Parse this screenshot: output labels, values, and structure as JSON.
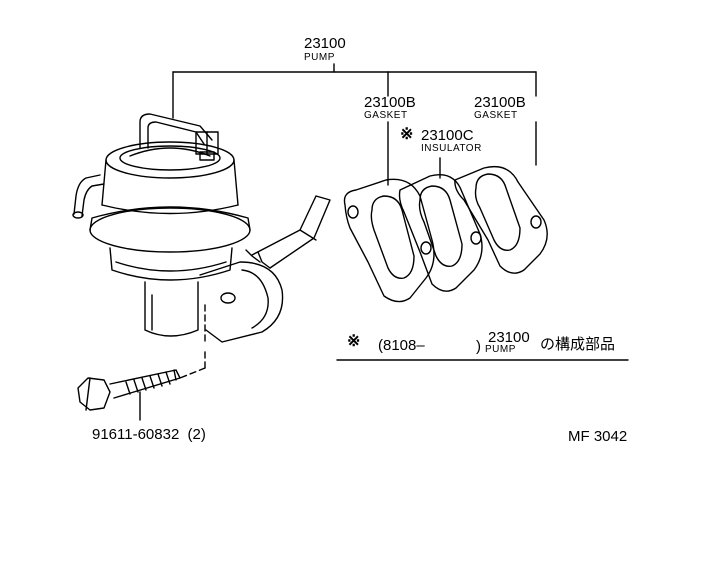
{
  "pump": {
    "number": "23100",
    "name": "PUMP"
  },
  "gasket_left": {
    "number": "23100B",
    "name": "GASKET"
  },
  "gasket_right": {
    "number": "23100B",
    "name": "GASKET"
  },
  "insulator": {
    "mark": "※",
    "number": "23100C",
    "name": "INSULATOR"
  },
  "note": {
    "mark": "※",
    "date_range": "(8108–",
    "close_paren": ")",
    "part_number": "23100",
    "part_name": "PUMP",
    "suffix": "の構成部品"
  },
  "bolt": {
    "number": "91611-60832",
    "quantity": "(2)"
  },
  "figure_code": "MF 3042"
}
